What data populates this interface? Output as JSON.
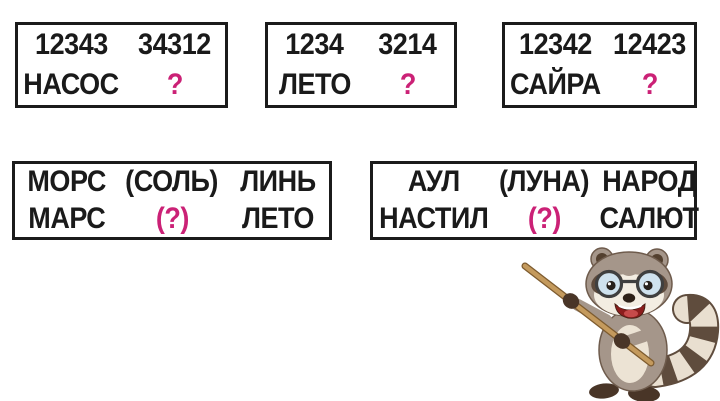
{
  "colors": {
    "accent_magenta": "#cb2176",
    "text_black": "#1a1a1a",
    "box_border": "#1b1b1b",
    "background": "#ffffff"
  },
  "puzzles": {
    "number_boxes": [
      {
        "numbers": [
          "12343",
          "34312"
        ],
        "word": "НАСОС",
        "answer_mark": "?"
      },
      {
        "numbers": [
          "1234",
          "3214"
        ],
        "word": "ЛЕТО",
        "answer_mark": "?"
      },
      {
        "numbers": [
          "12342",
          "12423"
        ],
        "word": "САЙРА",
        "answer_mark": "?"
      }
    ],
    "word_boxes": [
      {
        "row1": [
          "МОРС",
          "(СОЛЬ)",
          "ЛИНЬ"
        ],
        "row2": [
          "МАРС",
          "(?)",
          "ЛЕТО"
        ]
      },
      {
        "row1": [
          "АУЛ",
          "(ЛУНА)",
          "НАРОД"
        ],
        "row2": [
          "НАСТИЛ",
          "(?)",
          "САЛЮТ"
        ]
      }
    ]
  },
  "illustration": {
    "name": "raccoon teacher with wooden pointer"
  }
}
